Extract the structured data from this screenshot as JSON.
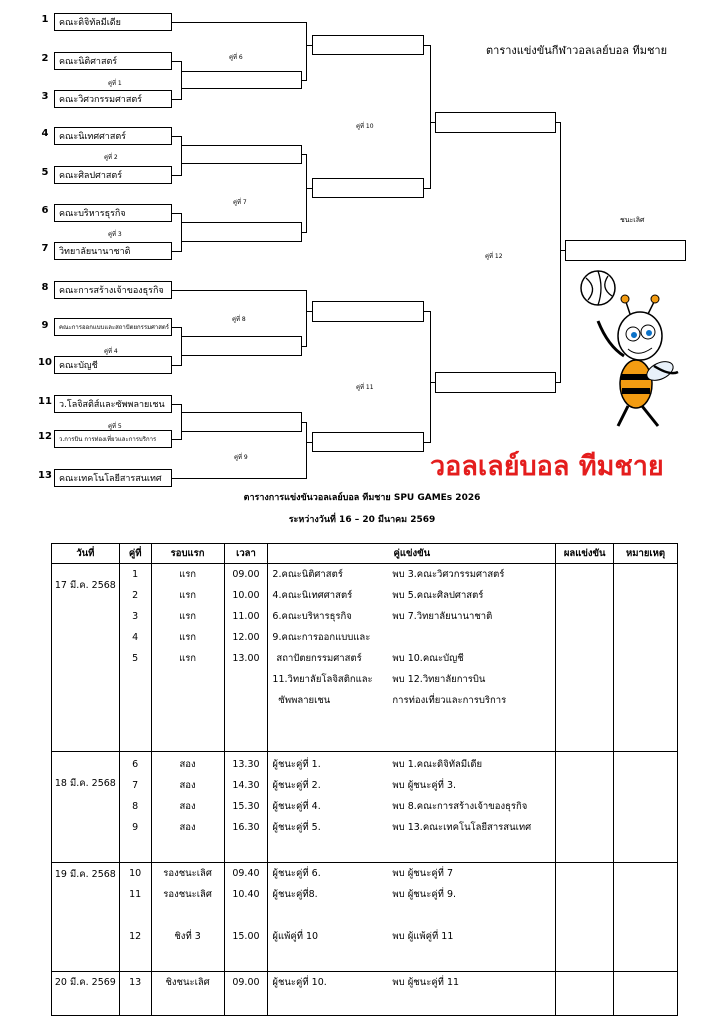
{
  "bracket": {
    "title": "ตารางแข่งขันกีฬาวอลเลย์บอล ทีมชาย",
    "teams": [
      {
        "no": "1",
        "name": "คณะดิจิทัลมีเดีย"
      },
      {
        "no": "2",
        "name": "คณะนิติศาสตร์"
      },
      {
        "no": "3",
        "name": "คณะวิศวกรรมศาสตร์"
      },
      {
        "no": "4",
        "name": "คณะนิเทศศาสตร์"
      },
      {
        "no": "5",
        "name": "คณะศิลปศาสตร์"
      },
      {
        "no": "6",
        "name": "คณะบริหารธุรกิจ"
      },
      {
        "no": "7",
        "name": "วิทยาลัยนานาชาติ"
      },
      {
        "no": "8",
        "name": "คณะการสร้างเจ้าของธุรกิจ"
      },
      {
        "no": "9",
        "name": "คณะการออกแบบและสถาปัตยกรรมศาสตร์"
      },
      {
        "no": "10",
        "name": "คณะบัญชี"
      },
      {
        "no": "11",
        "name": "ว.โลจิสติส์และซัพพลายเชน"
      },
      {
        "no": "12",
        "name": "ว.การบิน การท่องเที่ยวและการบริการ"
      },
      {
        "no": "13",
        "name": "คณะเทคโนโลยีสารสนเทศ"
      }
    ],
    "match_labels": {
      "m1": "คู่ที่ 1",
      "m2": "คู่ที่ 2",
      "m3": "คู่ที่ 3",
      "m4": "คู่ที่ 4",
      "m5": "คู่ที่ 5",
      "m6": "คู่ที่ 6",
      "m7": "คู่ที่ 7",
      "m8": "คู่ที่ 8",
      "m9": "คู่ที่ 9",
      "m10": "คู่ที่ 10",
      "m11": "คู่ที่ 11",
      "m12": "คู่ที่ 12"
    },
    "champion_label": "ชนะเลิศ",
    "banner": "วอลเลย์บอล ทีมชาย",
    "mascot": "bee-mascot-with-volleyball"
  },
  "schedule": {
    "title": "ตารางการแข่งขันวอลเลย์บอล ทีมชาย SPU GAMEs 2026",
    "subtitle": "ระหว่างวันที่ 16 – 20 มีนาคม  2569",
    "headers": {
      "date": "วันที่",
      "match": "คู่ที่",
      "round": "รอบแรก",
      "time": "เวลา",
      "pairs": "คู่แข่งขัน",
      "result": "ผลแข่งขัน",
      "note": "หมายเหตุ"
    },
    "day1": {
      "date": "17 มี.ค. 2568",
      "nos": [
        "1",
        "2",
        "3",
        "4",
        "5"
      ],
      "rounds": [
        "แรก",
        "แรก",
        "แรก",
        "แรก",
        "แรก"
      ],
      "times": [
        "09.00",
        "10.00",
        "11.00",
        "12.00",
        "13.00"
      ],
      "lines": [
        {
          "a": "2.คณะนิติศาสตร์",
          "b": "พบ 3.คณะวิศวกรรมศาสตร์"
        },
        {
          "a": "4.คณะนิเทศศาสตร์",
          "b": "พบ 5.คณะศิลปศาสตร์"
        },
        {
          "a": "6.คณะบริหารธุรกิจ",
          "b": "พบ 7.วิทยาลัยนานาชาติ"
        },
        {
          "a": "9.คณะการออกแบบและ",
          "b": ""
        },
        {
          "a": "สถาปัตยกรรมศาสตร์",
          "b": "พบ 10.คณะบัญชี"
        },
        {
          "a": "11.วิทยาลัยโลจิสติกและ",
          "b": "พบ 12.วิทยาลัยการบิน"
        },
        {
          "a": "ซัพพลายเชน",
          "b": "การท่องเที่ยวและการบริการ"
        }
      ]
    },
    "day2": {
      "date": "18 มี.ค. 2568",
      "nos": [
        "6",
        "7",
        "8",
        "9"
      ],
      "rounds": [
        "สอง",
        "สอง",
        "สอง",
        "สอง"
      ],
      "times": [
        "13.30",
        "14.30",
        "15.30",
        "16.30"
      ],
      "lines": [
        {
          "a": "ผู้ชนะคู่ที่ 1.",
          "b": "พบ 1.คณะดิจิทัลมีเดีย"
        },
        {
          "a": "ผู้ชนะคู่ที่ 2.",
          "b": "พบ ผู้ชนะคู่ที่ 3."
        },
        {
          "a": "ผู้ชนะคู่ที่ 4.",
          "b": "พบ 8.คณะการสร้างเจ้าของธุรกิจ"
        },
        {
          "a": "ผู้ชนะคู่ที่ 5.",
          "b": "พบ 13.คณะเทคโนโลยีสารสนเทศ"
        }
      ]
    },
    "day3": {
      "date": "19 มี.ค. 2568",
      "nos": [
        "10",
        "11",
        "12"
      ],
      "rounds": [
        "รองชนะเลิศ",
        "รองชนะเลิศ",
        "ชิงที่ 3"
      ],
      "times": [
        "09.40",
        "10.40",
        "15.00"
      ],
      "lines": [
        {
          "a": "ผู้ชนะคู่ที่ 6.",
          "b": "พบ ผู้ชนะคู่ที่ 7"
        },
        {
          "a": "ผู้ชนะคู่ที่8.",
          "b": "พบ ผู้ชนะคู่ที่ 9."
        },
        {
          "a": "ผู้แพ้คู่ที่ 10",
          "b": "พบ ผู้แพ้คู่ที่ 11"
        }
      ]
    },
    "day4": {
      "date": "20 มี.ค. 2569",
      "nos": [
        "13"
      ],
      "rounds": [
        "ชิงชนะเลิศ"
      ],
      "times": [
        "09.00"
      ],
      "lines": [
        {
          "a": "ผู้ชนะคู่ที่ 10.",
          "b": "พบ ผู้ชนะคู่ที่ 11"
        }
      ]
    }
  }
}
